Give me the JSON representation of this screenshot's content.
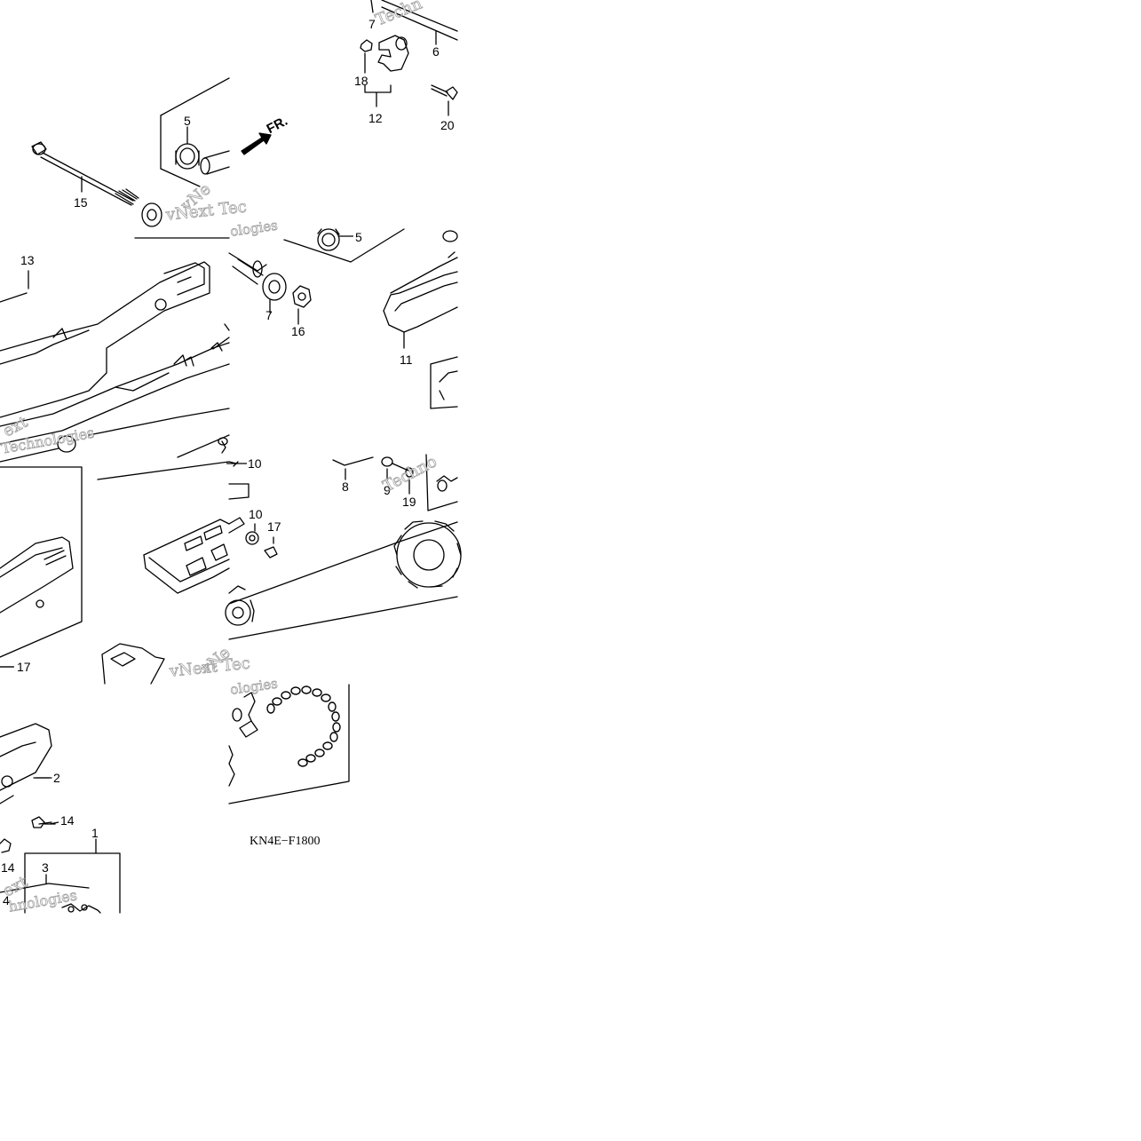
{
  "diagram_code": "KN4E−F1800",
  "direction_marker": "FR.",
  "watermark": {
    "line1": "vNext Tec",
    "line2": "Technologies",
    "line3": "ext",
    "line4": "hnologies",
    "line5": "Techn",
    "line6": "vNe",
    "line7": "ologies",
    "line8": "Techno"
  },
  "callouts": {
    "c1": "1",
    "c2": "2",
    "c3": "3",
    "c4": "4",
    "c5a": "5",
    "c5b": "5",
    "c6": "6",
    "c7a": "7",
    "c7b": "7",
    "c8": "8",
    "c9": "9",
    "c10a": "10",
    "c10b": "10",
    "c11": "11",
    "c12": "12",
    "c13": "13",
    "c14a": "14",
    "c14b": "14",
    "c15": "15",
    "c16": "16",
    "c17a": "17",
    "c17b": "17",
    "c18": "18",
    "c19": "19",
    "c20": "20"
  }
}
